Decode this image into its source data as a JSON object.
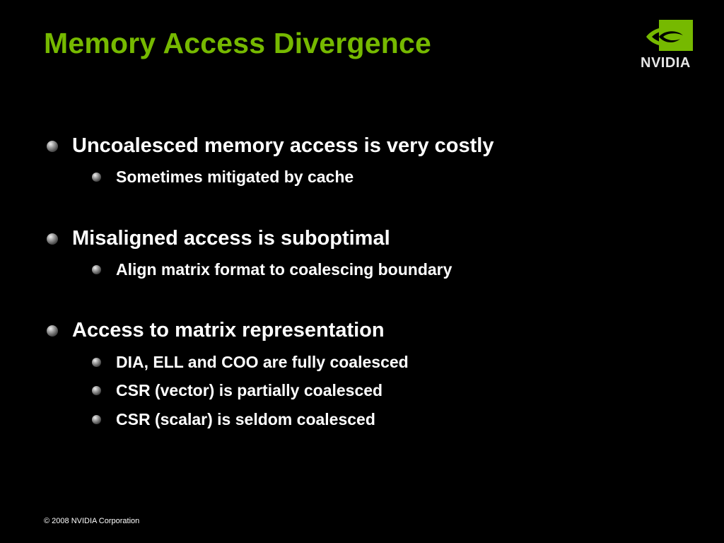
{
  "slide": {
    "title": "Memory Access Divergence",
    "logo_text": "NVIDIA",
    "footer": "© 2008 NVIDIA Corporation",
    "colors": {
      "title": "#76b900",
      "background": "#000000",
      "text": "#ffffff"
    },
    "bullets": [
      {
        "text": "Uncoalesced memory access is very costly",
        "level": 1
      },
      {
        "text": "Sometimes mitigated by cache",
        "level": 2
      },
      {
        "text": "Misaligned access is suboptimal",
        "level": 1
      },
      {
        "text": "Align matrix format to coalescing boundary",
        "level": 2
      },
      {
        "text": "Access to matrix representation",
        "level": 1
      },
      {
        "text": "DIA, ELL and COO are fully coalesced",
        "level": 2
      },
      {
        "text": "CSR (vector) is partially coalesced",
        "level": 2
      },
      {
        "text": "CSR (scalar) is seldom coalesced",
        "level": 2
      }
    ]
  }
}
